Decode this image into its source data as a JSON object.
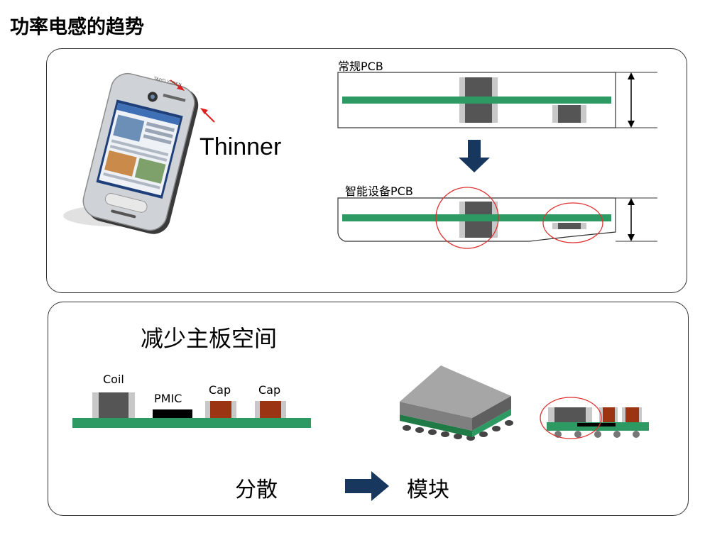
{
  "slide": {
    "title": "功率电感的趋势"
  },
  "panel1": {
    "device_caption": "Thinner",
    "brand_text": "TAIYO YUDEN",
    "pcb_regular_label": "常规PCB",
    "pcb_smart_label": "智能设备PCB"
  },
  "panel2": {
    "heading": "减少主板空间",
    "components": {
      "coil": "Coil",
      "pmic": "PMIC",
      "cap1": "Cap",
      "cap2": "Cap"
    },
    "from_label": "分散",
    "to_label": "模块"
  },
  "colors": {
    "pcb_green": "#2e9a63",
    "inductor_gray": "#555555",
    "inductor_cap": "#c8c8c8",
    "cap_brown": "#9a3412",
    "arrow_blue": "#17375e",
    "marker_red": "#e03030"
  }
}
